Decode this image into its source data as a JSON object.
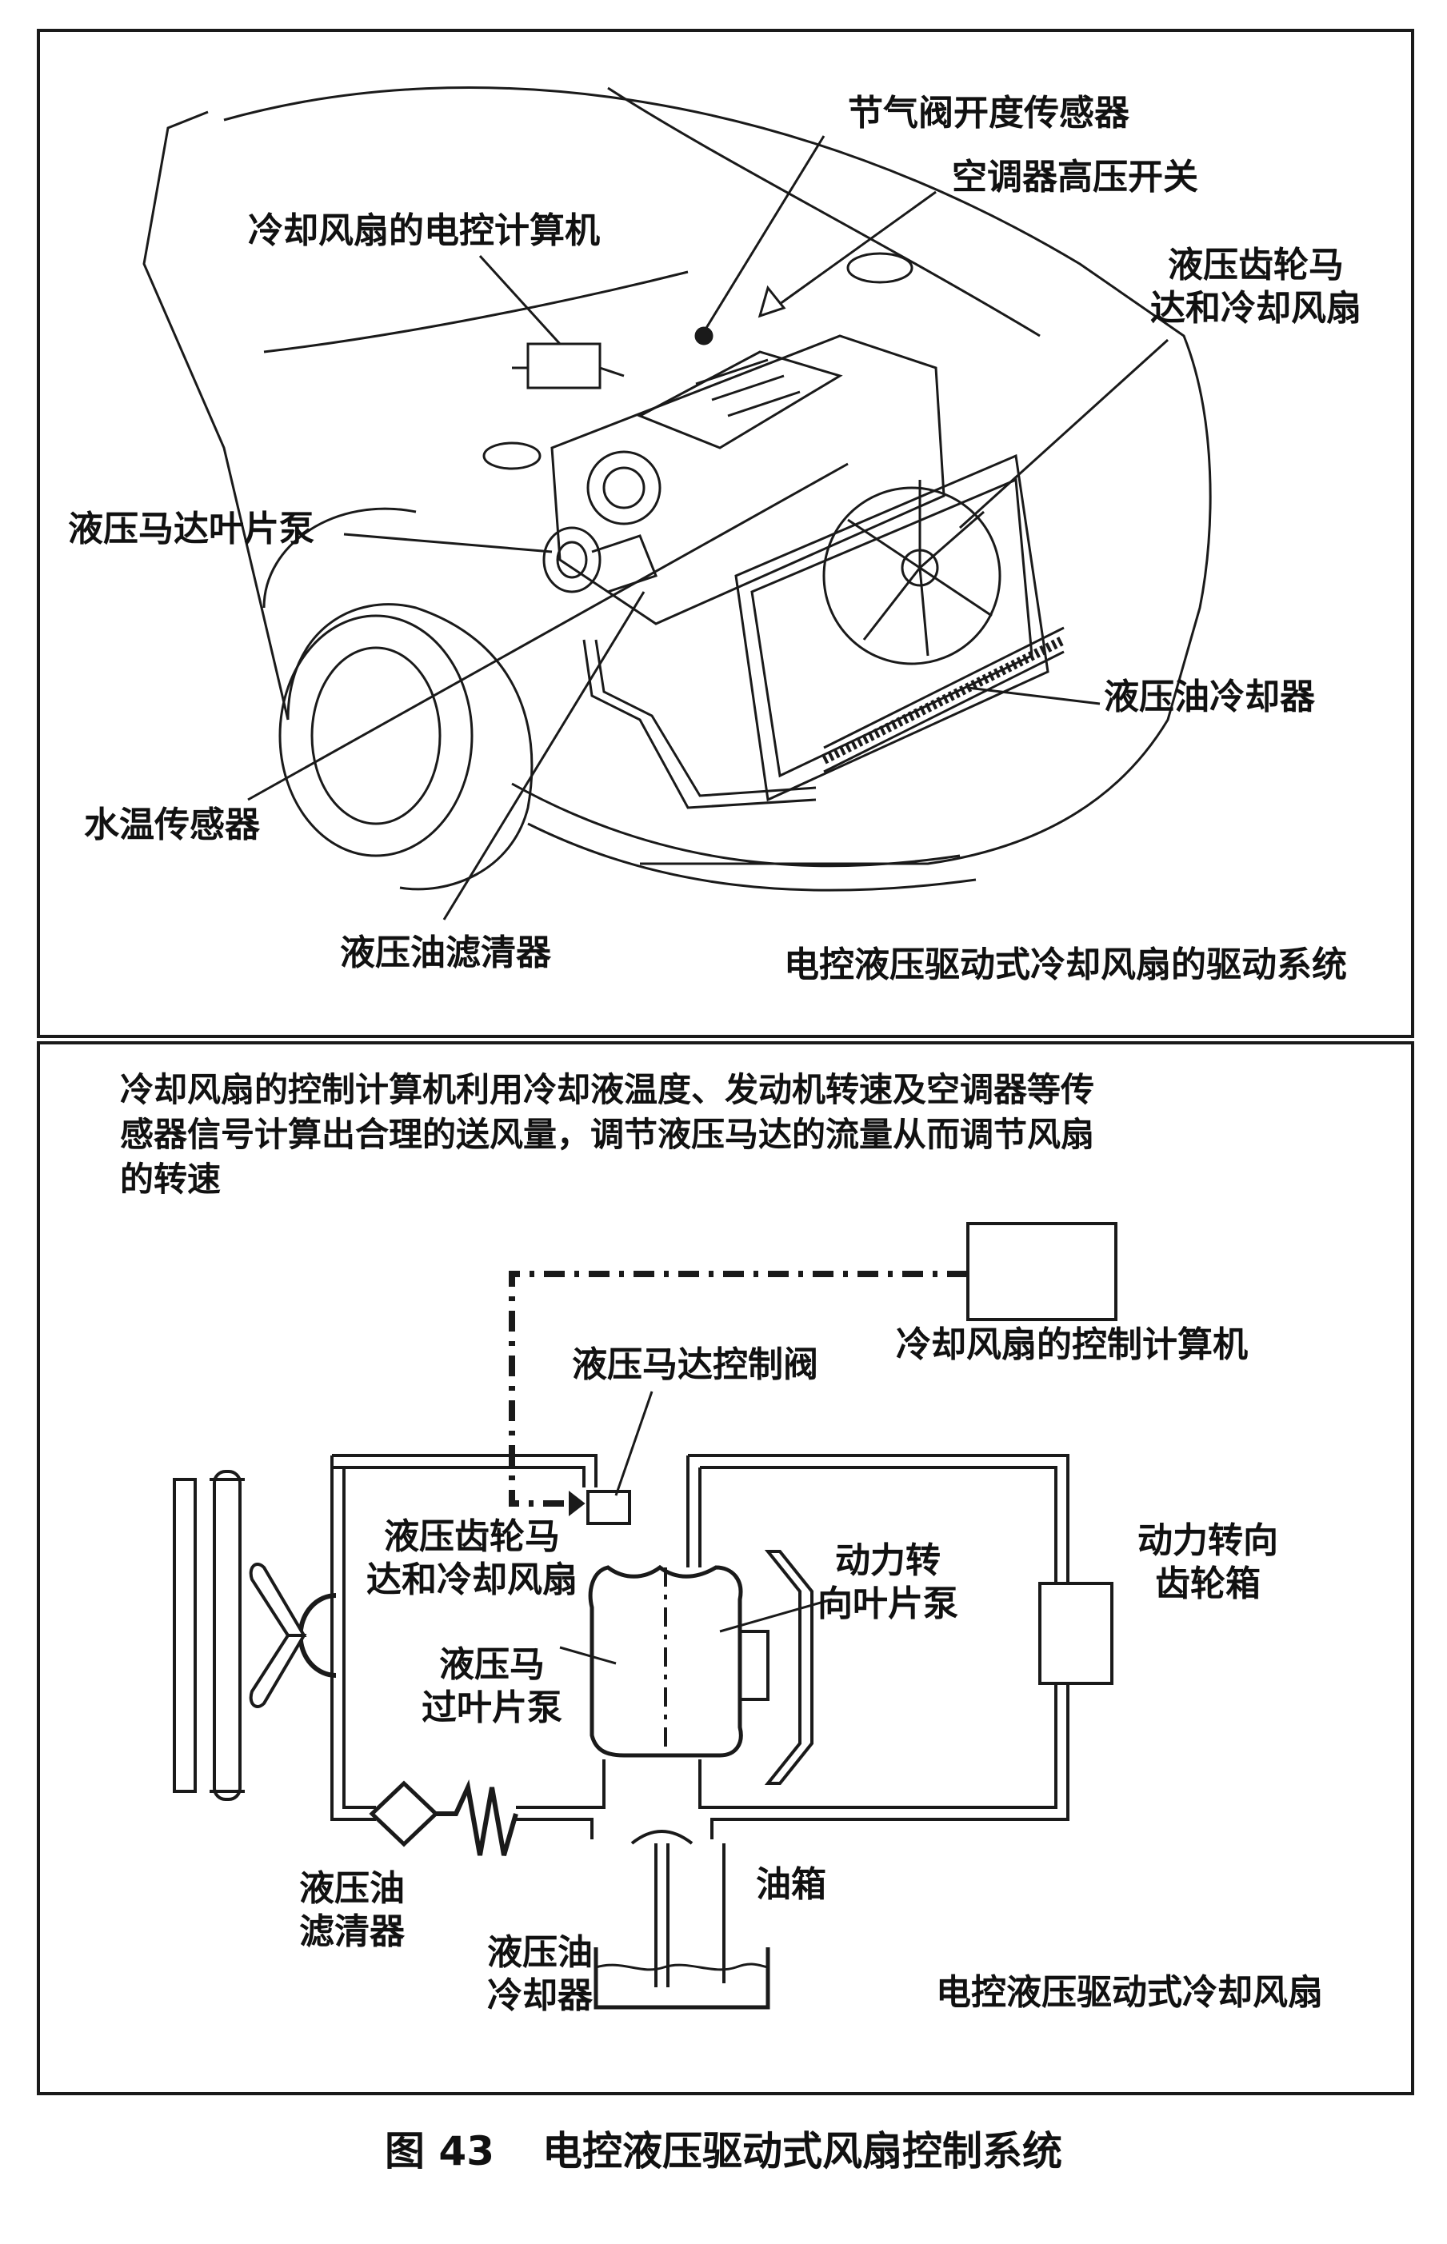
{
  "top": {
    "labels": {
      "throttle_sensor": "节气阀开度传感器",
      "ac_switch": "空调器高压开关",
      "fan_ecu": "冷却风扇的电控计算机",
      "gear_motor_fan_l1": "液压齿轮马",
      "gear_motor_fan_l2": "达和冷却风扇",
      "vane_pump": "液压马达叶片泵",
      "oil_cooler": "液压油冷却器",
      "water_temp_sensor": "水温传感器",
      "oil_filter": "液压油滤清器"
    },
    "subtitle": "电控液压驱动式冷却风扇的驱动系统"
  },
  "bottom": {
    "description": "冷却风扇的控制计算机利用冷却液温度、发动机转速及空调器等传\n感器信号计算出合理的送风量，调节液压马达的流量从而调节风扇\n的转速",
    "labels": {
      "control_ecu": "冷却风扇的控制计算机",
      "control_valve": "液压马达控制阀",
      "gear_motor_fan_l1": "液压齿轮马",
      "gear_motor_fan_l2": "达和冷却风扇",
      "vane_pump_l1": "液压马",
      "vane_pump_l2": "过叶片泵",
      "ps_pump_l1": "动力转",
      "ps_pump_l2": "向叶片泵",
      "ps_gearbox_l1": "动力转向",
      "ps_gearbox_l2": "齿轮箱",
      "filter_l1": "液压油",
      "filter_l2": "滤清器",
      "cooler_l1": "液压油",
      "cooler_l2": "冷却器",
      "tank": "油箱"
    },
    "subtitle": "电控液压驱动式冷却风扇"
  },
  "caption": {
    "figure": "图 43",
    "title": "电控液压驱动式风扇控制系统"
  }
}
